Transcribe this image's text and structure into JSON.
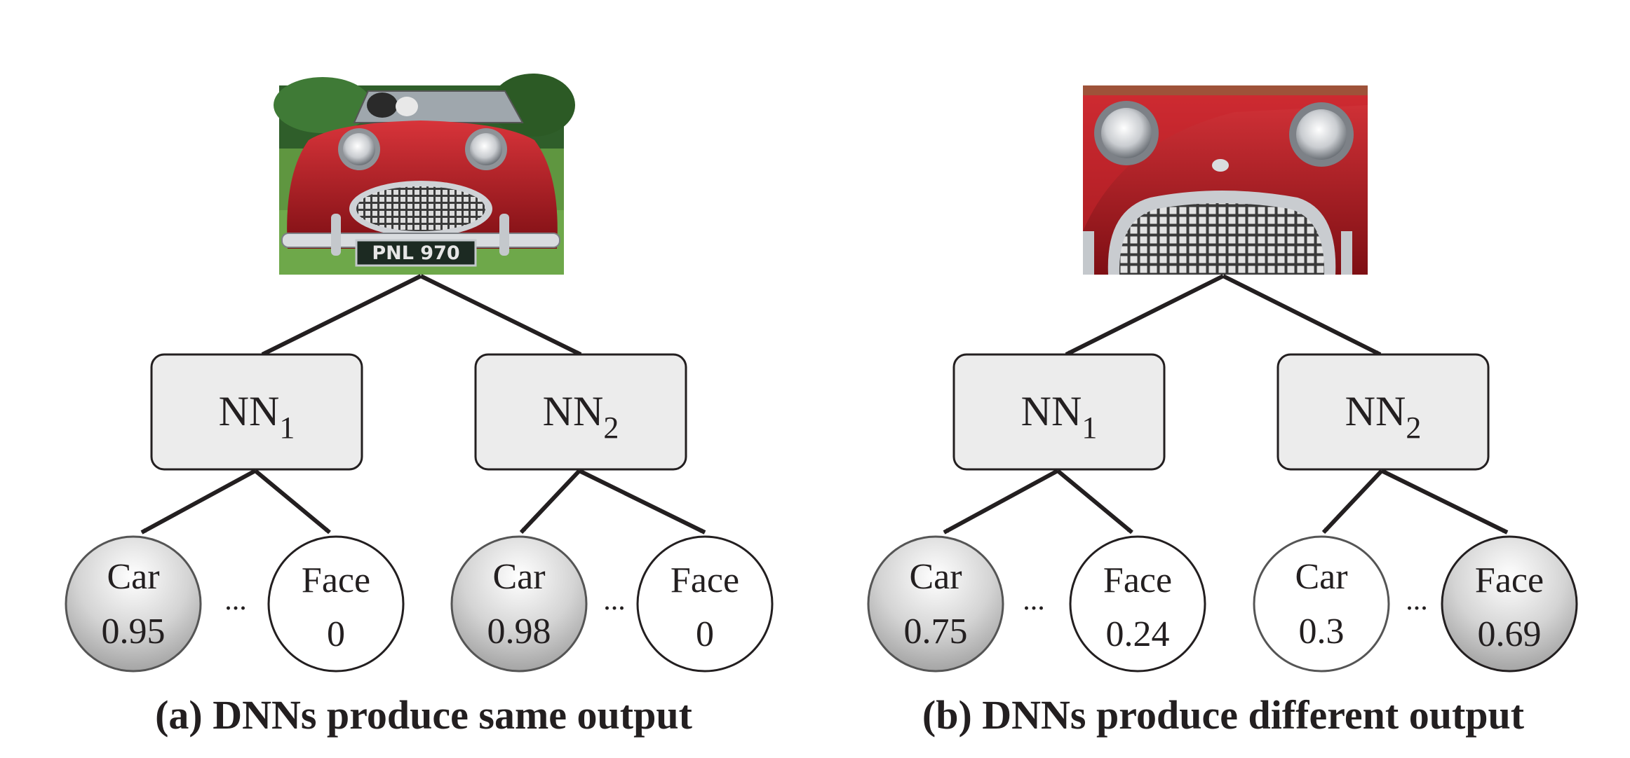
{
  "panels": [
    {
      "caption": "(a) DNNs produce same output",
      "image": {
        "plate": "PNL 970"
      },
      "networks": [
        {
          "label": "NN",
          "subscript": "1",
          "outputs": [
            {
              "class": "Car",
              "score": "0.95",
              "highlighted": true
            },
            {
              "class": "Face",
              "score": "0",
              "highlighted": false
            }
          ]
        },
        {
          "label": "NN",
          "subscript": "2",
          "outputs": [
            {
              "class": "Car",
              "score": "0.98",
              "highlighted": true
            },
            {
              "class": "Face",
              "score": "0",
              "highlighted": false
            }
          ]
        }
      ],
      "ellipsis": "..."
    },
    {
      "caption": "(b) DNNs produce different output",
      "networks": [
        {
          "label": "NN",
          "subscript": "1",
          "outputs": [
            {
              "class": "Car",
              "score": "0.75",
              "highlighted": true
            },
            {
              "class": "Face",
              "score": "0.24",
              "highlighted": false
            }
          ]
        },
        {
          "label": "NN",
          "subscript": "2",
          "outputs": [
            {
              "class": "Car",
              "score": "0.3",
              "highlighted": false
            },
            {
              "class": "Face",
              "score": "0.69",
              "highlighted": true
            }
          ]
        }
      ],
      "ellipsis": "..."
    }
  ],
  "colors": {
    "ink": "#231f20",
    "box_fill": "#ececec",
    "car_red": "#b3191f",
    "grass": "#4d8a2e"
  }
}
